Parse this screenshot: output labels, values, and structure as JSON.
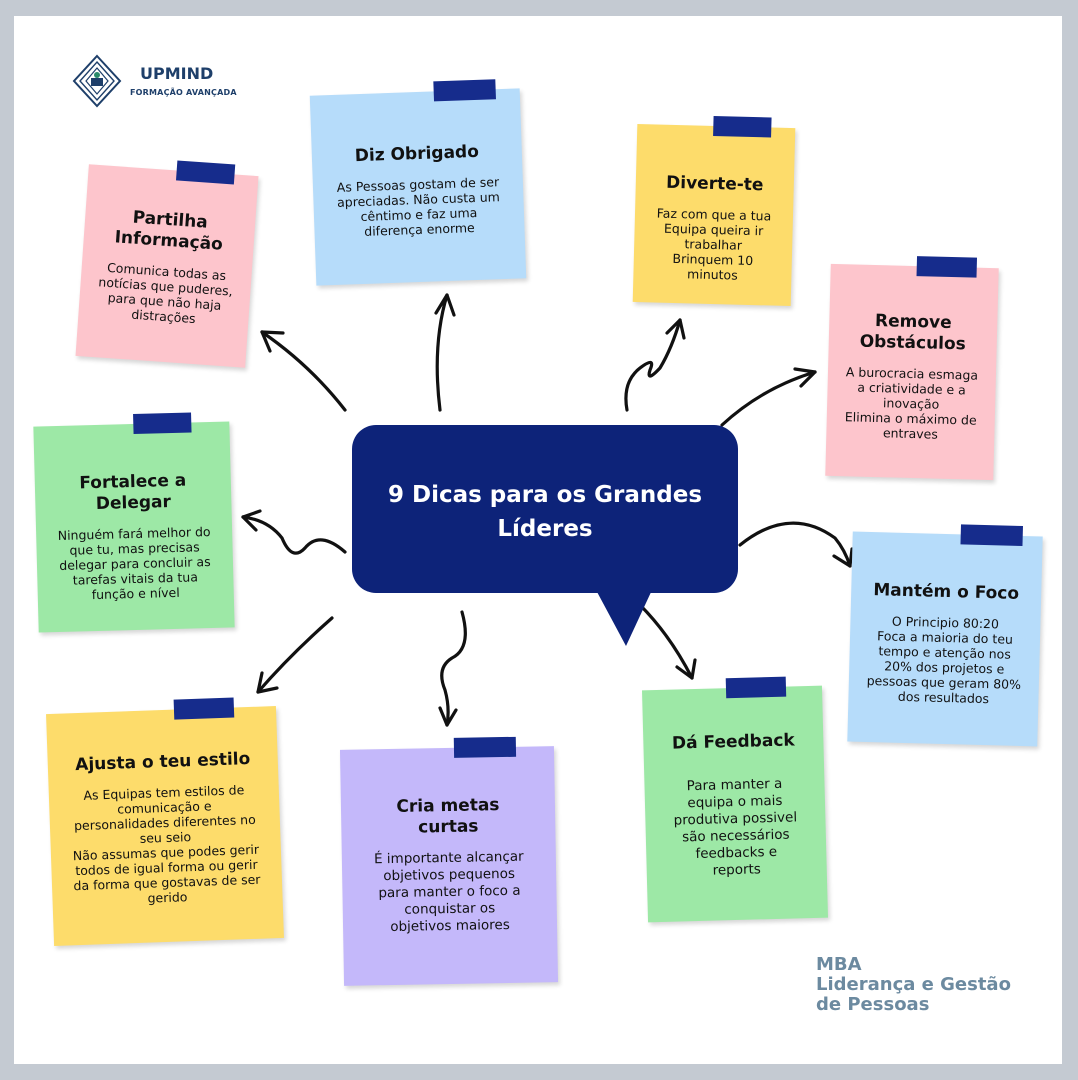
{
  "brand": {
    "name": "UPMIND",
    "tagline": "FORMAÇÃO AVANÇADA"
  },
  "center": {
    "title": "9 Dicas para os Grandes\nLíderes"
  },
  "notes": {
    "partilha": {
      "title": "Partilha\nInformação",
      "body": "Comunica todas as\nnotícias que puderes,\npara que não haja\ndistrações"
    },
    "obrigado": {
      "title": "Diz Obrigado",
      "body": "As Pessoas gostam de ser\napreciadas. Não custa um\ncêntimo e faz uma\ndiferença enorme"
    },
    "diverte": {
      "title": "Diverte-te",
      "body": "Faz com que a tua\nEquipa queira ir\ntrabalhar\nBrinquem 10 minutos"
    },
    "remove": {
      "title": "Remove\nObstáculos",
      "body": "A burocracia esmaga\na criatividade e a\ninovação\nElimina o máximo de\nentraves"
    },
    "delegar": {
      "title": "Fortalece a\nDelegar",
      "body": "Ninguém fará melhor do\nque tu, mas precisas\ndelegar para concluir as\ntarefas vitais da tua\nfunção e nível"
    },
    "foco": {
      "title": "Mantém o Foco",
      "body": "O Principio 80:20\nFoca a maioria do teu\ntempo e atenção nos\n20% dos projetos e\npessoas que geram 80%\ndos resultados"
    },
    "estilo": {
      "title": "Ajusta o teu estilo",
      "body": "As Equipas tem estilos de\ncomunicação e\npersonalidades diferentes no\nseu seio\nNão assumas que podes gerir\ntodos de igual forma ou gerir\nda forma que gostavas de ser\ngerido"
    },
    "metas": {
      "title": "Cria metas\ncurtas",
      "body": "É importante alcançar\nobjetivos pequenos\npara manter o foco a\nconquistar os\nobjetivos maiores"
    },
    "feedback": {
      "title": "Dá Feedback",
      "body": "Para manter a\nequipa o mais\nprodutiva possivel\nsão necessários\nfeedbacks e\nreports"
    }
  },
  "footer": {
    "program": "MBA\nLiderança e Gestão\nde Pessoas"
  },
  "colors": {
    "navy": "#0d2379",
    "tape": "#162c8c",
    "pink": "#fdc5cc",
    "blue": "#b6dcfa",
    "yellow": "#fddc6b",
    "green": "#9de8a6",
    "purple": "#c4b8fa",
    "footer_text": "#6c8aa0"
  }
}
